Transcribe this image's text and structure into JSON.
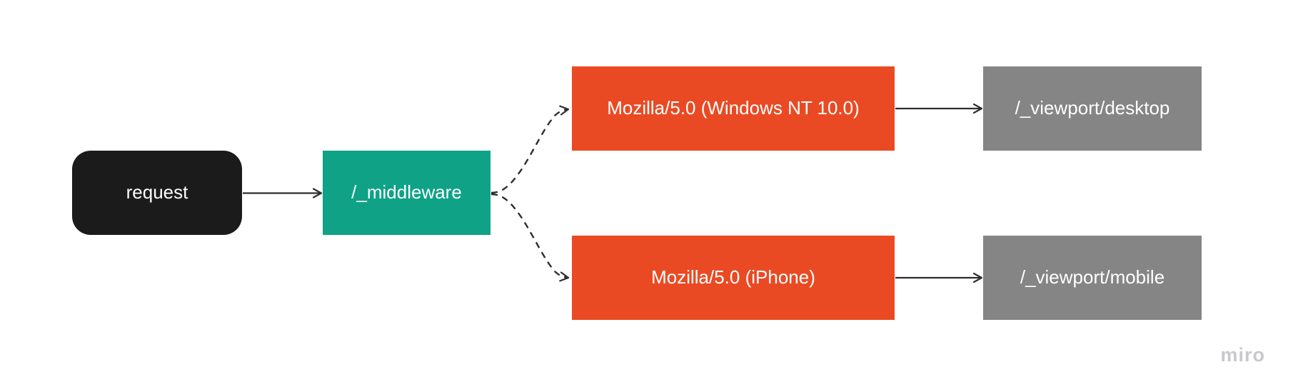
{
  "diagram": {
    "type": "flowchart",
    "nodes": {
      "request": {
        "label": "request",
        "shape": "rounded-rect",
        "bg": "#1b1b1b"
      },
      "middleware": {
        "label": "/_middleware",
        "shape": "rect",
        "bg": "#0fa287"
      },
      "ua_desktop": {
        "label": "Mozilla/5.0 (Windows NT 10.0)",
        "shape": "rect",
        "bg": "#ea4a23"
      },
      "ua_mobile": {
        "label": "Mozilla/5.0 (iPhone)",
        "shape": "rect",
        "bg": "#ea4a23"
      },
      "viewport_desktop": {
        "label": "/_viewport/desktop",
        "shape": "rect",
        "bg": "#858585"
      },
      "viewport_mobile": {
        "label": "/_viewport/mobile",
        "shape": "rect",
        "bg": "#858585"
      }
    },
    "edges": [
      {
        "from": "request",
        "to": "middleware",
        "style": "solid",
        "arrow": "open"
      },
      {
        "from": "middleware",
        "to": "ua_desktop",
        "style": "dashed",
        "arrow": "open"
      },
      {
        "from": "middleware",
        "to": "ua_mobile",
        "style": "dashed",
        "arrow": "open"
      },
      {
        "from": "ua_desktop",
        "to": "viewport_desktop",
        "style": "solid",
        "arrow": "open"
      },
      {
        "from": "ua_mobile",
        "to": "viewport_mobile",
        "style": "solid",
        "arrow": "open"
      }
    ],
    "colors": {
      "canvas_bg": "#ffffff",
      "node_text": "#ffffff",
      "arrow_stroke": "#2e2e2e",
      "watermark_text": "#c8c8cd"
    }
  },
  "watermark": {
    "label": "miro"
  }
}
